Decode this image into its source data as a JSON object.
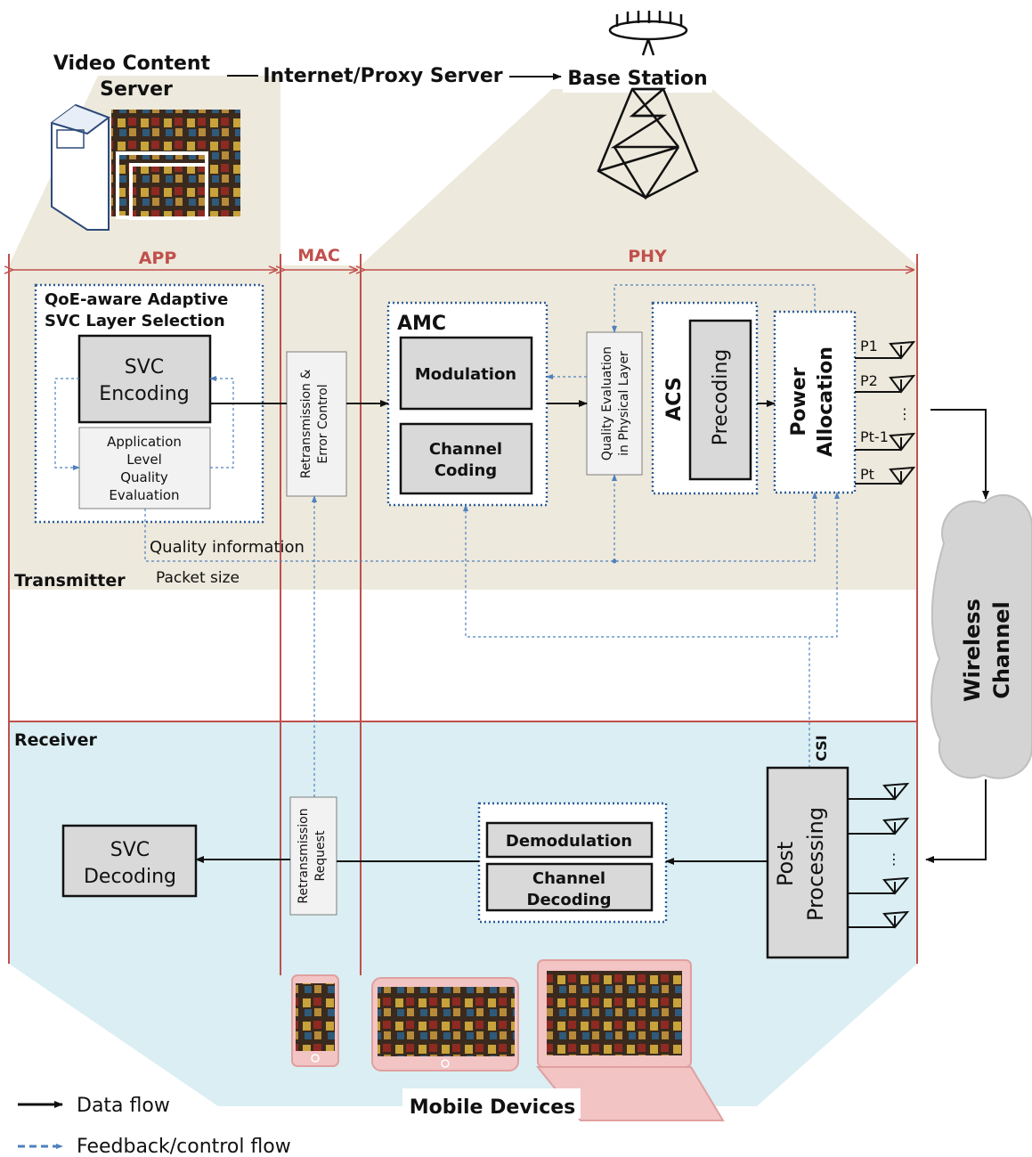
{
  "top": {
    "video_server": [
      "Video Content",
      "Server"
    ],
    "internet_proxy": "Internet/Proxy Server",
    "base_station": "Base Station"
  },
  "layers": {
    "app": "APP",
    "mac": "MAC",
    "phy": "PHY"
  },
  "transmitter": {
    "label": "Transmitter",
    "qoe_title": [
      "QoE-aware Adaptive",
      "SVC Layer Selection"
    ],
    "svc_encoding": [
      "SVC",
      "Encoding"
    ],
    "app_quality": [
      "Application",
      "Level",
      "Quality",
      "Evaluation"
    ],
    "retransmission": [
      "Retransmission &",
      "Error Control"
    ],
    "amc": "AMC",
    "modulation": "Modulation",
    "channel_coding": [
      "Channel",
      "Coding"
    ],
    "quality_phy": [
      "Quality Evaluation",
      "in Physical Layer"
    ],
    "acs": "ACS",
    "precoding": "Precoding",
    "power_allocation": [
      "Power",
      "Allocation"
    ],
    "antennas": [
      "P1",
      "P2",
      "Pt-1",
      "Pt"
    ],
    "quality_information": "Quality information",
    "packet_size": "Packet size"
  },
  "channel": {
    "label": [
      "Wireless",
      "Channel"
    ]
  },
  "receiver": {
    "label": "Receiver",
    "svc_decoding": [
      "SVC",
      "Decoding"
    ],
    "retransmission_request": [
      "Retransmission",
      "Request"
    ],
    "demodulation": "Demodulation",
    "channel_decoding": [
      "Channel",
      "Decoding"
    ],
    "post_processing": [
      "Post",
      "Processing"
    ],
    "csi": "CSI"
  },
  "devices": {
    "label": "Mobile Devices"
  },
  "legend": {
    "data_flow": "Data flow",
    "feedback_flow": "Feedback/control flow"
  },
  "colors": {
    "transmitter_bg": "#ede9dc",
    "receiver_bg": "#daeef3",
    "layer_red": "#c0504d",
    "feedback_blue": "#4f81bd",
    "block_gray": "#d9d9d9"
  }
}
